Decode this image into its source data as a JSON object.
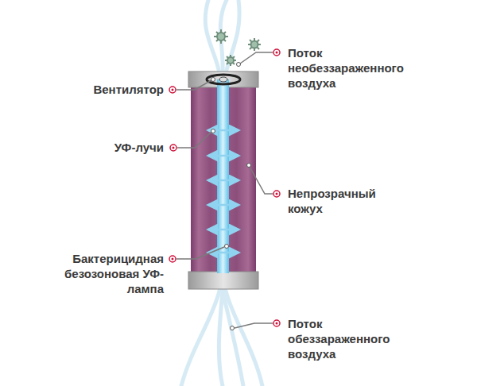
{
  "diagram": {
    "labels": [
      "Вентилятор",
      "Поток необеззараженного воздуха",
      "УФ-лучи",
      "Непрозрачный кожух",
      "Бактерицидная безозоновая УФ-лампа",
      "Поток обеззараженного воздуха"
    ]
  }
}
